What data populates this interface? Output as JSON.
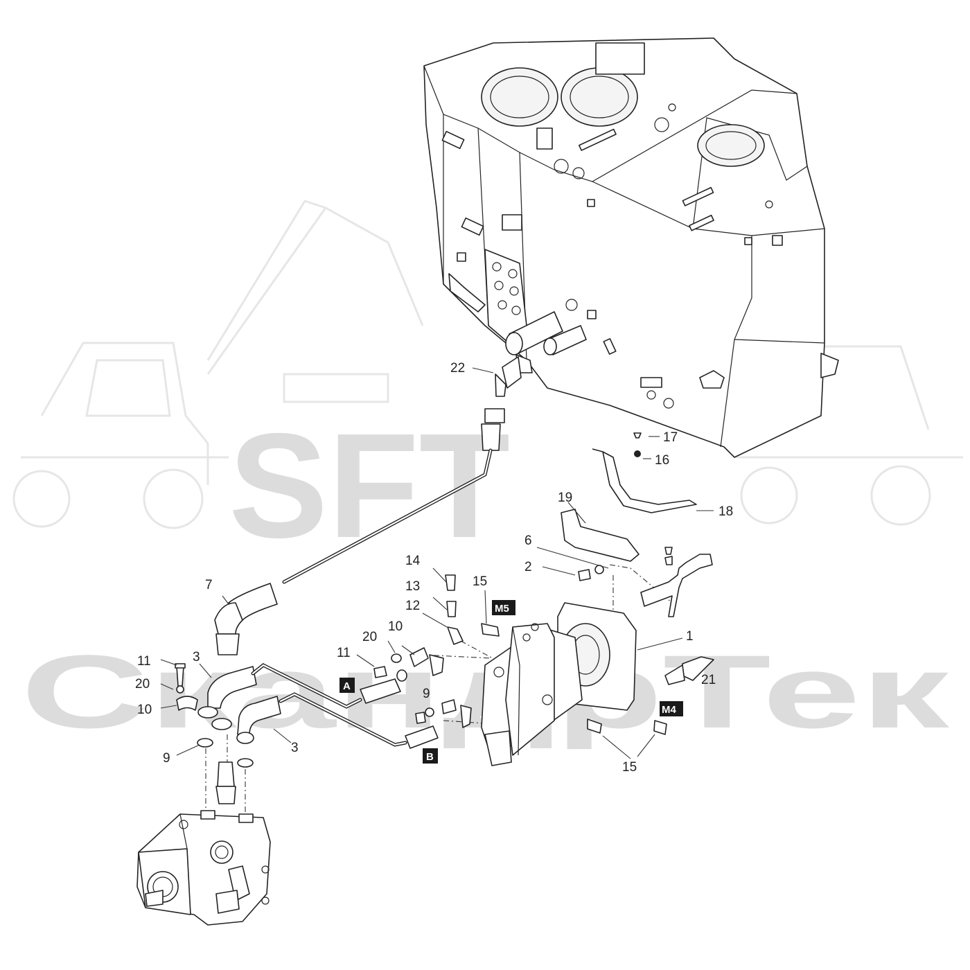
{
  "watermark": {
    "brand": "SFT",
    "company": "СкандрТек"
  },
  "callouts": [
    {
      "id": "c1",
      "text": "1"
    },
    {
      "id": "c2",
      "text": "2"
    },
    {
      "id": "c3a",
      "text": "3"
    },
    {
      "id": "c3b",
      "text": "3"
    },
    {
      "id": "c6",
      "text": "6"
    },
    {
      "id": "c7",
      "text": "7"
    },
    {
      "id": "c9a",
      "text": "9"
    },
    {
      "id": "c9b",
      "text": "9"
    },
    {
      "id": "c10a",
      "text": "10"
    },
    {
      "id": "c10b",
      "text": "10"
    },
    {
      "id": "c11a",
      "text": "11"
    },
    {
      "id": "c11b",
      "text": "11"
    },
    {
      "id": "c12",
      "text": "12"
    },
    {
      "id": "c13",
      "text": "13"
    },
    {
      "id": "c14",
      "text": "14"
    },
    {
      "id": "c15a",
      "text": "15"
    },
    {
      "id": "c15b",
      "text": "15"
    },
    {
      "id": "c16",
      "text": "16"
    },
    {
      "id": "c17",
      "text": "17"
    },
    {
      "id": "c18",
      "text": "18"
    },
    {
      "id": "c19",
      "text": "19"
    },
    {
      "id": "c20a",
      "text": "20"
    },
    {
      "id": "c20b",
      "text": "20"
    },
    {
      "id": "c21",
      "text": "21"
    },
    {
      "id": "c22",
      "text": "22"
    }
  ],
  "port_tags": [
    {
      "id": "A",
      "text": "A"
    },
    {
      "id": "B",
      "text": "B"
    },
    {
      "id": "M5",
      "text": "M5"
    },
    {
      "id": "M4",
      "text": "M4"
    }
  ]
}
